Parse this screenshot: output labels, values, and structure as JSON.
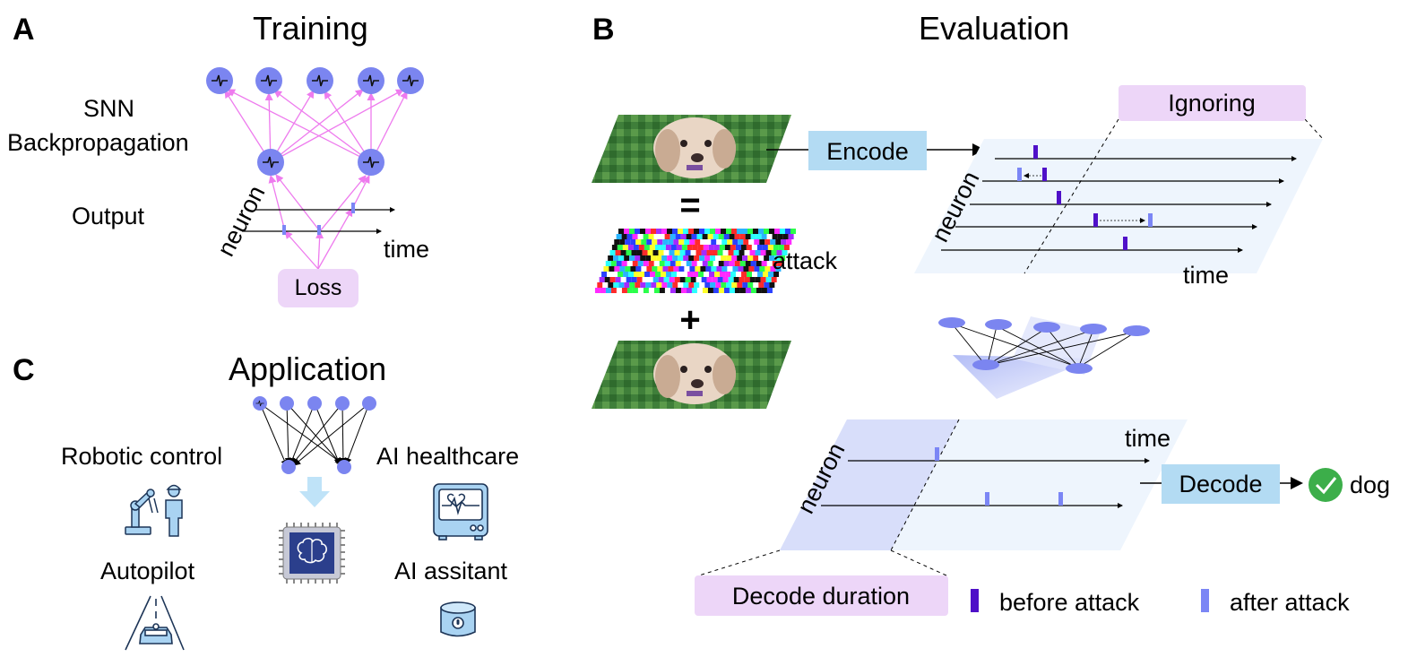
{
  "panel_a": {
    "letter": "A",
    "title": "Training",
    "snn_line1": "SNN",
    "snn_line2": "Backpropagation",
    "output_label": "Output",
    "neuron_axis": "neuron",
    "time_axis": "time",
    "loss_label": "Loss"
  },
  "panel_b": {
    "letter": "B",
    "title": "Evaluation",
    "equals_symbol": "=",
    "plus_symbol": "+",
    "attack_label": "attack",
    "encode_label": "Encode",
    "ignoring_label": "Ignoring",
    "neuron_axis_top": "neuron",
    "time_axis_top": "time",
    "neuron_axis_bottom": "neuron",
    "time_axis_bottom": "time",
    "decode_label": "Decode",
    "result_label": "dog",
    "decode_duration_label": "Decode duration",
    "legend_before": "before attack",
    "legend_after": "after attack"
  },
  "panel_c": {
    "letter": "C",
    "title": "Application",
    "robotic_label": "Robotic control",
    "healthcare_label": "AI healthcare",
    "autopilot_label": "Autopilot",
    "assistant_label": "AI assitant"
  },
  "colors": {
    "neuron_fill": "#7b85f0",
    "arrow_pink": "#ee7bee",
    "before_attack": "#4f10c8",
    "after_attack": "#7b86f5",
    "encode_box": "#b3dbf3",
    "lilac_box": "#edd6f8",
    "plane_light": "#eef5fd",
    "plane_dark": "#d8defa",
    "check_green": "#3cae4a",
    "chip_blue": "#2b3f8c"
  }
}
